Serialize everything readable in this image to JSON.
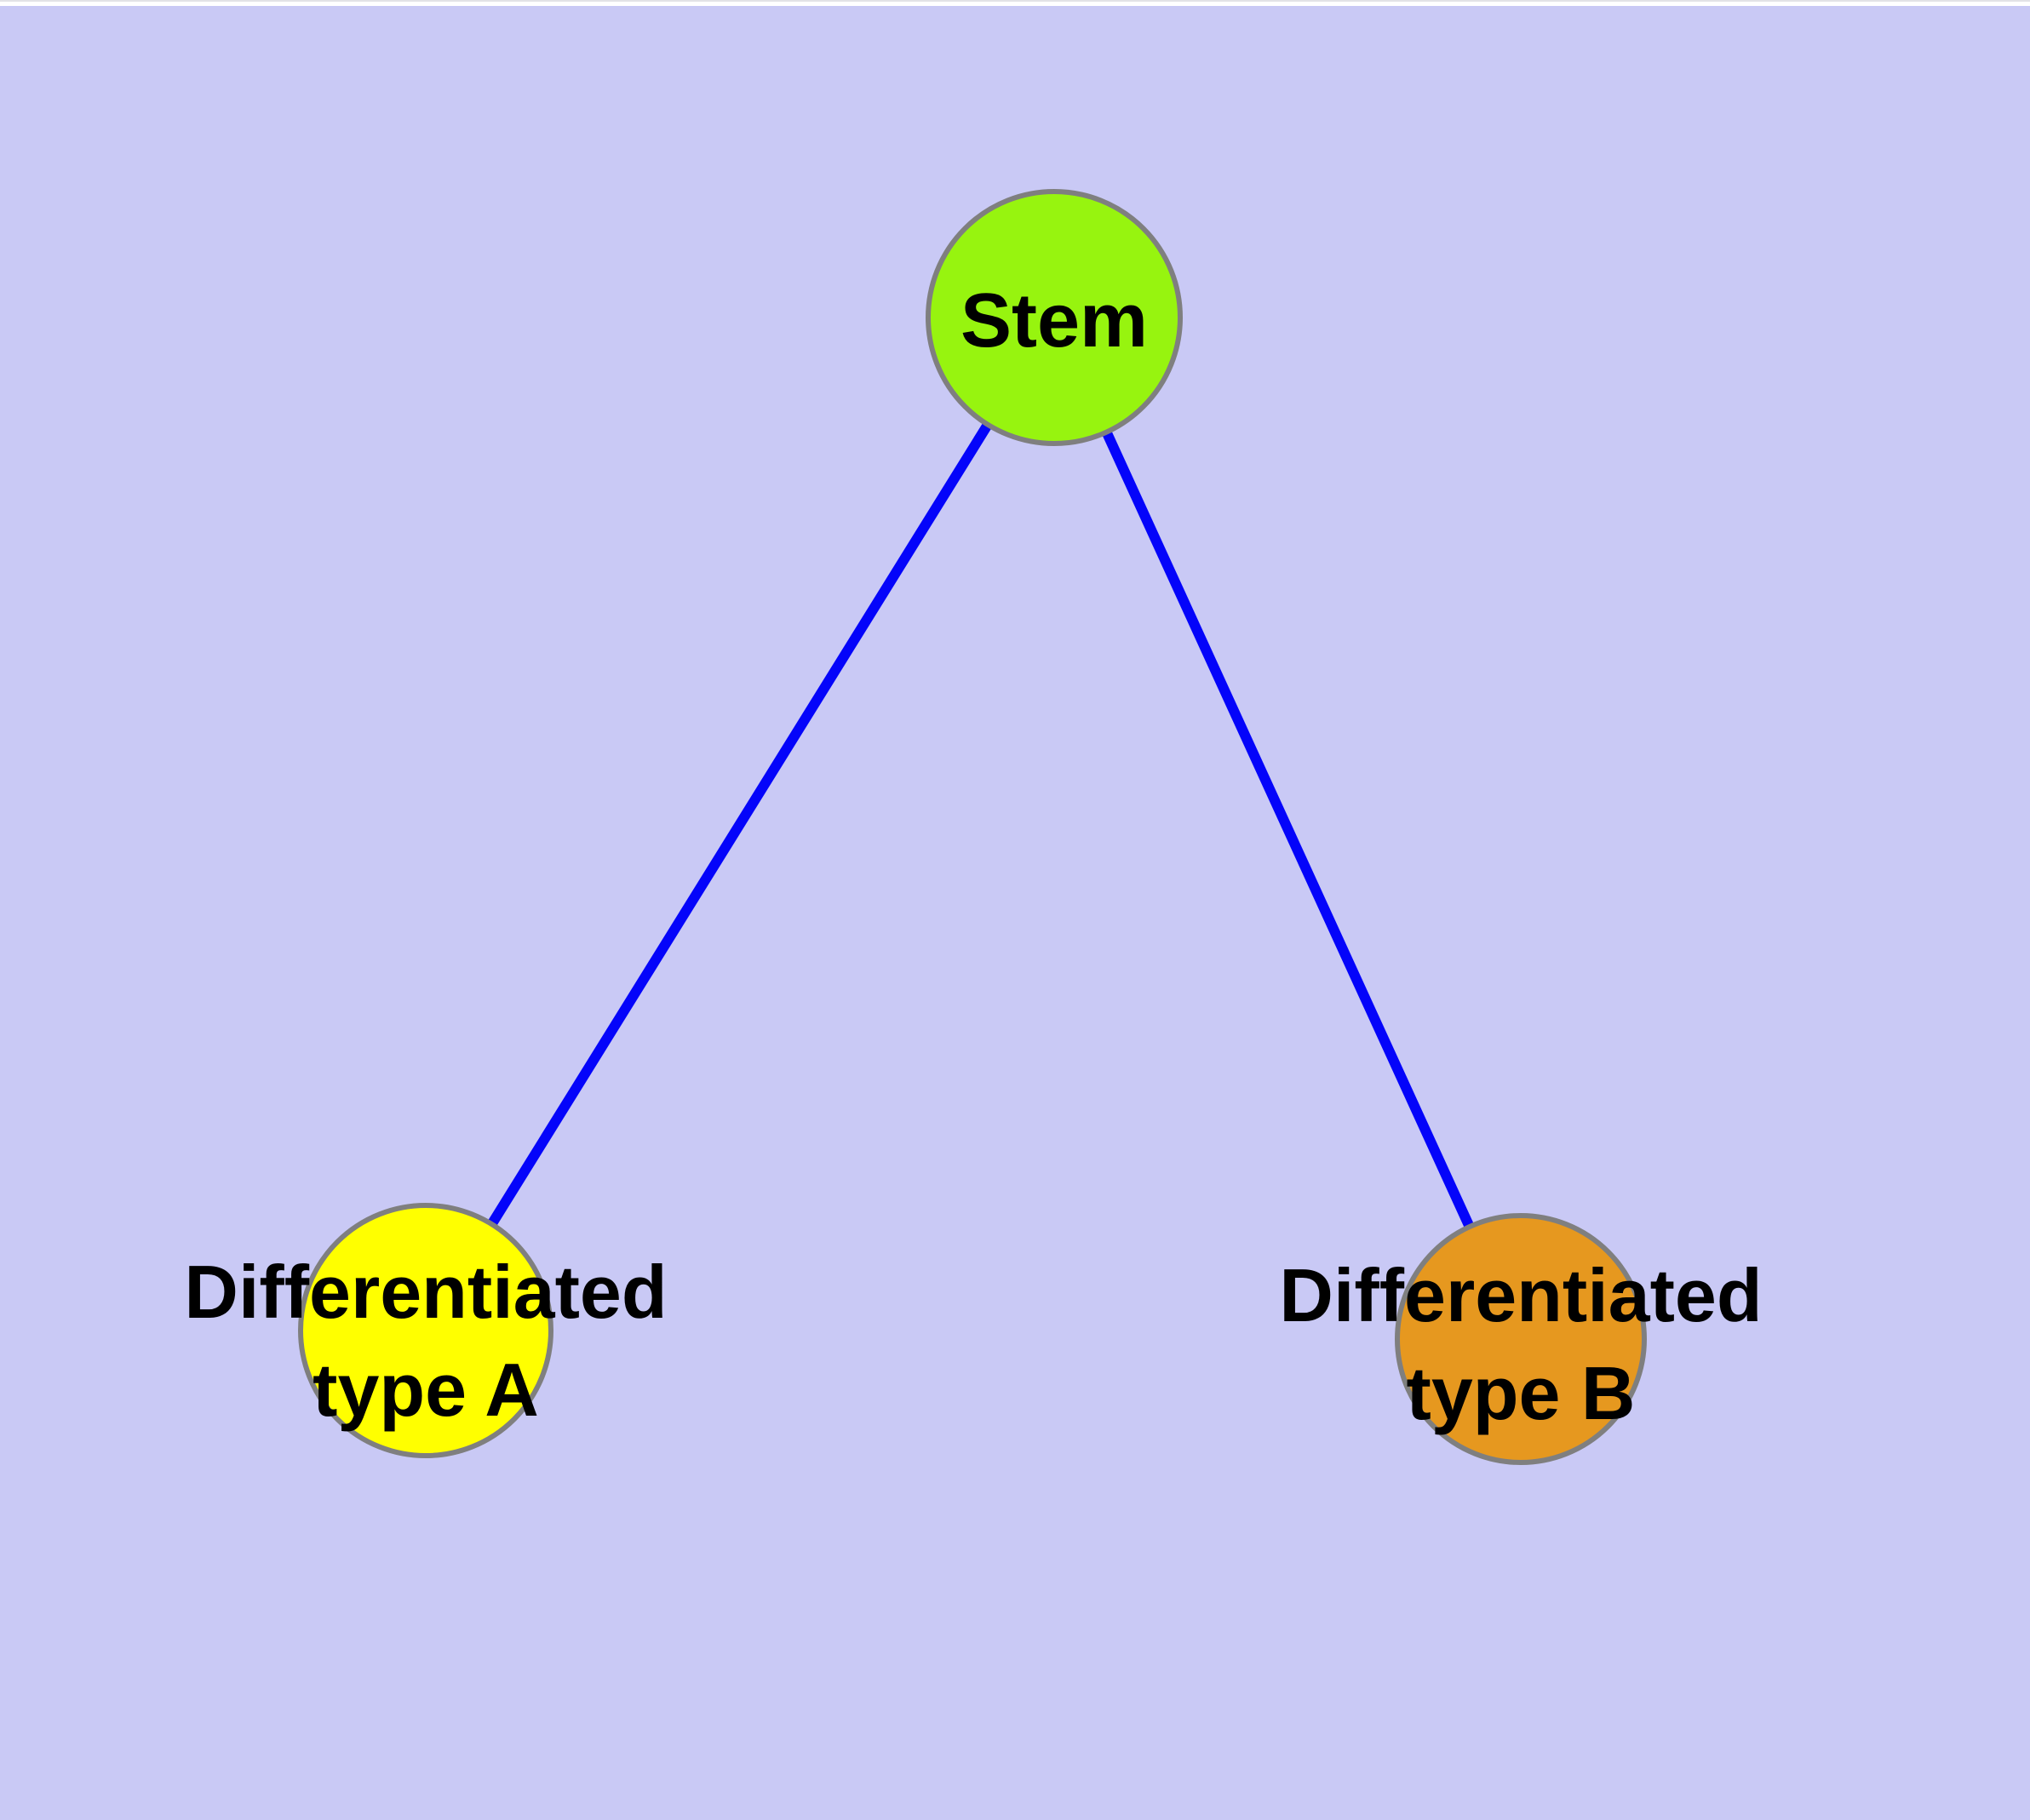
{
  "diagram": {
    "type": "node-link-graph",
    "title": "Stem cell differentiation diagram",
    "colors": {
      "background": "#c9c9f5",
      "top_margin": "#ffffff",
      "top_hairline": "#e2e2e6",
      "edge": "#0404fa",
      "node_border": "#7f7f7f",
      "label_text": "#000000"
    },
    "nodes": [
      {
        "id": "stem",
        "label": "Stem",
        "label_lines": [
          "Stem"
        ],
        "color": "#97f40f",
        "shape": "circle"
      },
      {
        "id": "typeA",
        "label": "Differentiated type A",
        "label_lines": [
          "Differentiated",
          "type A"
        ],
        "color": "#ffff00",
        "shape": "circle"
      },
      {
        "id": "typeB",
        "label": "Differentiated type B",
        "label_lines": [
          "Differentiated",
          "type B"
        ],
        "color": "#e6981f",
        "shape": "circle"
      }
    ],
    "edges": [
      {
        "from": "stem",
        "to": "typeA"
      },
      {
        "from": "stem",
        "to": "typeB"
      }
    ]
  }
}
